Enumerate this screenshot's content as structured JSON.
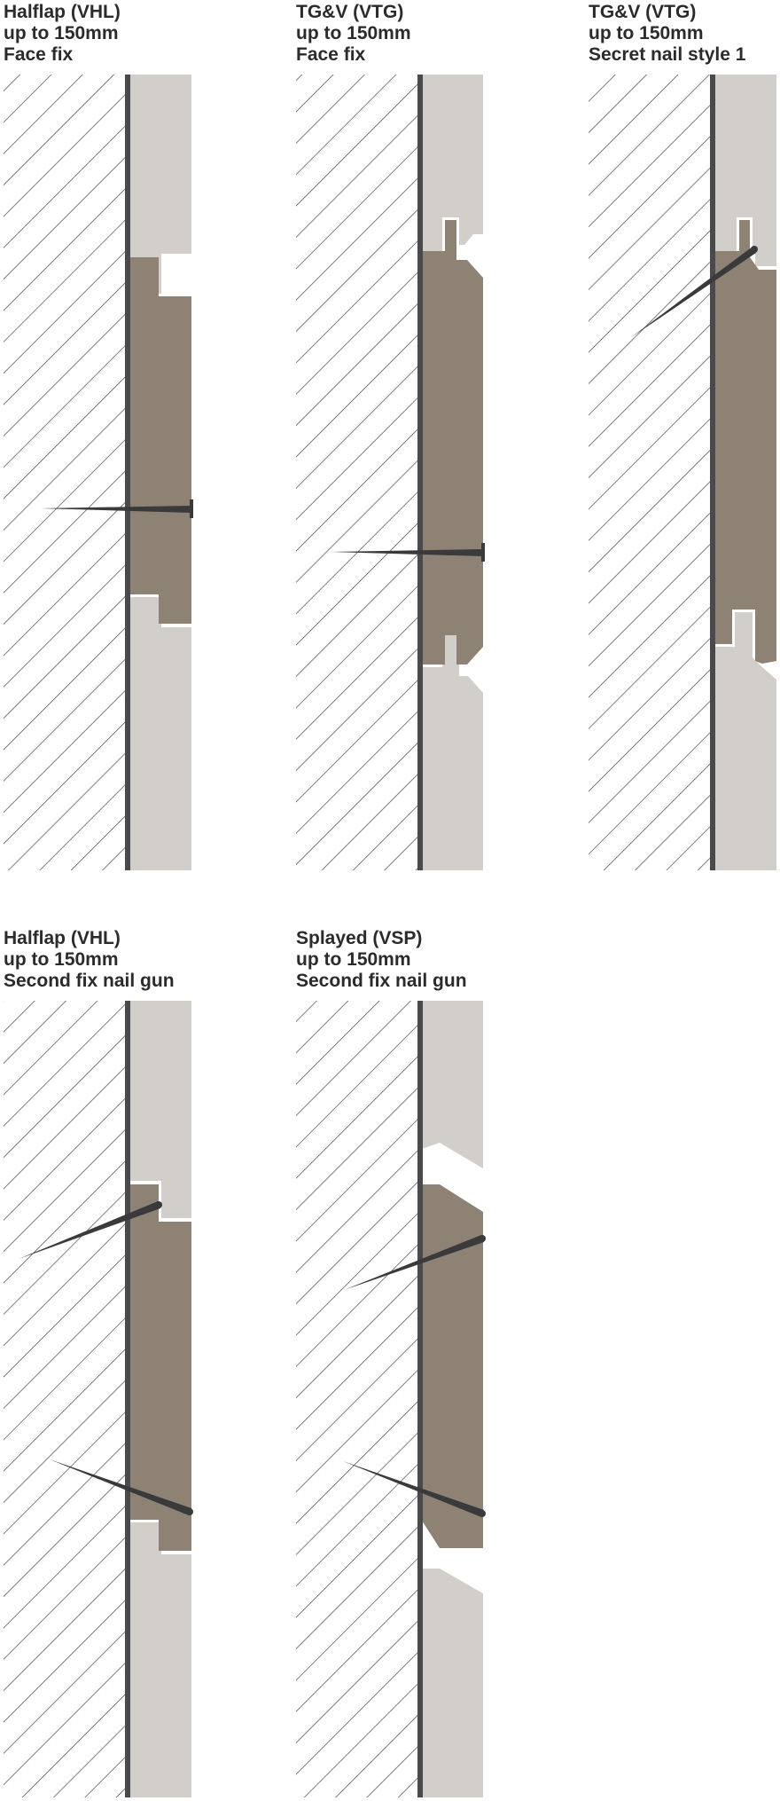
{
  "colors": {
    "hatch": "#3a3a3a",
    "batten": "#4a4a4c",
    "board_light": "#d2cec9",
    "board_dark": "#8d8273",
    "nail": "#3a3a3c",
    "background": "#ffffff"
  },
  "panels": [
    {
      "profile": "Halflap (VHL)",
      "size": "up to 150mm",
      "fixing": "Face fix"
    },
    {
      "profile": "TG&V (VTG)",
      "size": "up to 150mm",
      "fixing": "Face fix"
    },
    {
      "profile": "TG&V (VTG)",
      "size": "up to 150mm",
      "fixing": "Secret nail style 1"
    },
    {
      "profile": "Halflap (VHL)",
      "size": "up to 150mm",
      "fixing": "Second fix nail gun"
    },
    {
      "profile": "Splayed (VSP)",
      "size": "up to 150mm",
      "fixing": "Second fix nail gun"
    }
  ]
}
